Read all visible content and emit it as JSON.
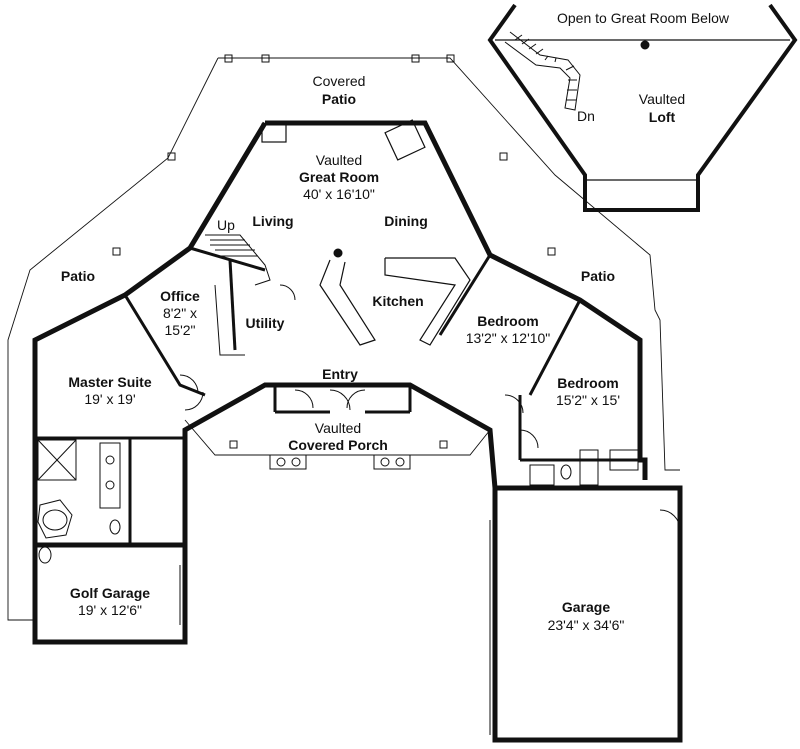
{
  "loft": {
    "header": "Open to Great Room Below",
    "stair_label": "Dn",
    "room_line1": "Vaulted",
    "room_line2": "Loft"
  },
  "rooms": {
    "covered_patio": {
      "line1": "Covered",
      "line2": "Patio"
    },
    "great_room": {
      "line1": "Vaulted",
      "line2": "Great Room",
      "size": "40' x 16'10\""
    },
    "living": "Living",
    "dining": "Dining",
    "up": "Up",
    "patio_left": "Patio",
    "patio_right": "Patio",
    "office": {
      "name": "Office",
      "size1": "8'2\" x",
      "size2": "15'2\""
    },
    "utility": "Utility",
    "kitchen": "Kitchen",
    "bedroom1": {
      "name": "Bedroom",
      "size": "13'2\" x 12'10\""
    },
    "bedroom2": {
      "name": "Bedroom",
      "size": "15'2\" x 15'"
    },
    "master": {
      "name": "Master Suite",
      "size": "19' x 19'"
    },
    "entry": "Entry",
    "porch": {
      "line1": "Vaulted",
      "line2": "Covered Porch"
    },
    "golf_garage": {
      "name": "Golf Garage",
      "size": "19' x 12'6\""
    },
    "garage": {
      "name": "Garage",
      "size": "23'4\" x 34'6\""
    }
  }
}
